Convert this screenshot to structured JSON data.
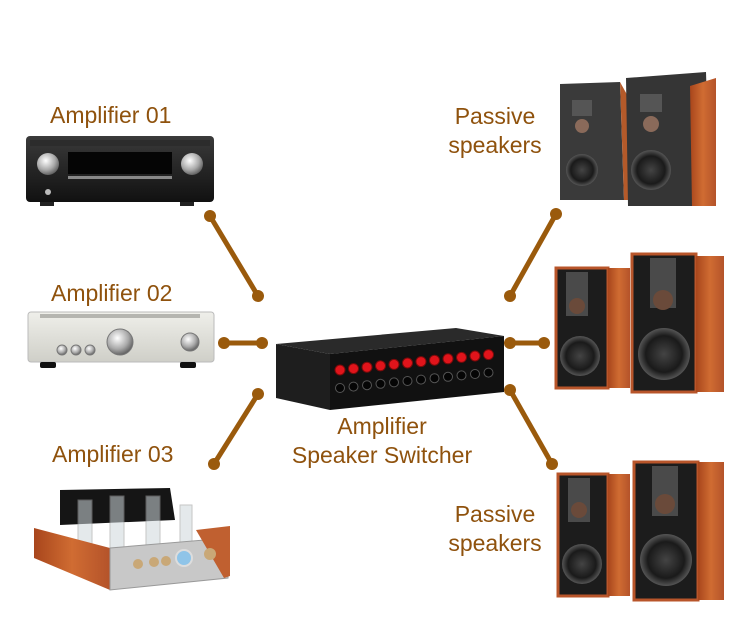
{
  "colors": {
    "label": "#8f520d",
    "connector": "#9a5a0c",
    "background": "#ffffff"
  },
  "labels": {
    "amplifier_01": "Amplifier 01",
    "amplifier_02": "Amplifier 02",
    "amplifier_03": "Amplifier 03",
    "switcher_line1": "Amplifier",
    "switcher_line2": "Speaker Switcher",
    "speakers_top_line1": "Passive",
    "speakers_top_line2": "speakers",
    "speakers_bottom_line1": "Passive",
    "speakers_bottom_line2": "speakers"
  },
  "devices": {
    "amplifier_01": "av-receiver (black)",
    "amplifier_02": "integrated amplifier (silver)",
    "amplifier_03": "tube amplifier (wood/silver)",
    "switcher": "speaker switcher with red/black terminals",
    "speakers_top": "bookshelf speakers (black/wood)",
    "speakers_middle": "bookshelf speakers (wood)",
    "speakers_bottom": "bookshelf speakers (wood)"
  },
  "switcher_terminal_pairs": 12
}
